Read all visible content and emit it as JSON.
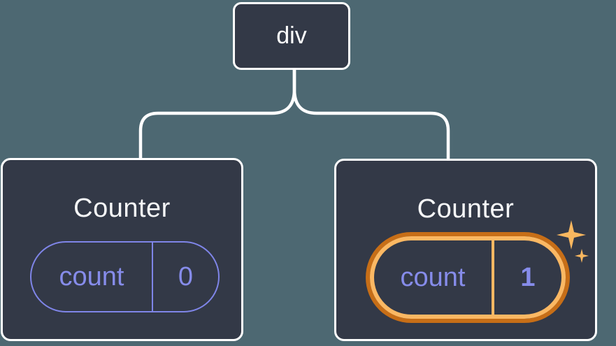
{
  "diagram": {
    "background_color": "#4D6872",
    "connector_color": "#FFFFFF",
    "root": {
      "label": "div"
    },
    "children": [
      {
        "title": "Counter",
        "state_key": "count",
        "state_value": "0",
        "highlighted": false
      },
      {
        "title": "Counter",
        "state_key": "count",
        "state_value": "1",
        "highlighted": true
      }
    ]
  },
  "colors": {
    "card_fill": "#333947",
    "card_border": "#FFFFFF",
    "state_purple": "#7F85E8",
    "highlight_orange_light": "#FBB863",
    "highlight_orange_dark": "#C76E17",
    "sparkle_orange": "#F8B75F"
  }
}
